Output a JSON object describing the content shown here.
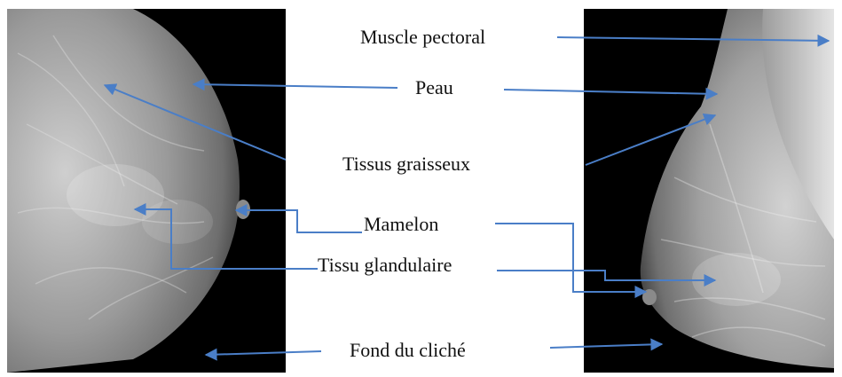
{
  "figure": {
    "labels": {
      "muscle_pectoral": "Muscle pectoral",
      "peau": "Peau",
      "tissus_graisseux": "Tissus graisseux",
      "mamelon": "Mamelon",
      "tissu_glandulaire": "Tissu glandulaire",
      "fond_du_cliche": "Fond du cliché"
    },
    "colors": {
      "arrow": "#4a7ec7",
      "panel_background": "#000000",
      "center_background": "#ffffff"
    }
  }
}
